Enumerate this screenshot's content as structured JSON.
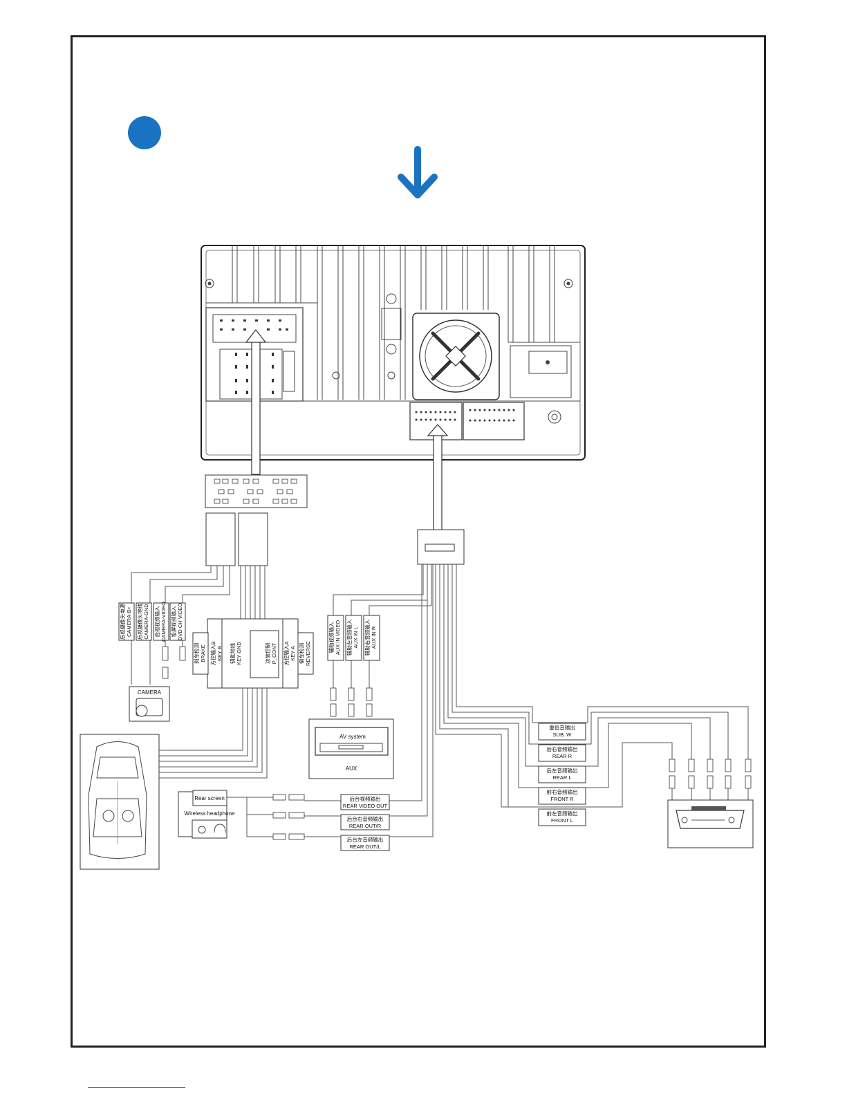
{
  "colors": {
    "accent_blue": "#1a73c2",
    "line": "#333333"
  },
  "head_unit": {
    "name": "head-unit-rear-panel"
  },
  "camera_wires": [
    {
      "cn": "后视摄像头电源",
      "en": "CAMERA-B+"
    },
    {
      "cn": "后视摄像头地线",
      "en": "CAMERA-GND"
    },
    {
      "cn": "后视视频输入",
      "en": "CAMERA-VIDEO"
    },
    {
      "cn": "投屏视频输入",
      "en": "DVD CH VIDEO"
    }
  ],
  "control_wires": [
    {
      "cn": "刹车检测",
      "en": "BRAKE"
    },
    {
      "cn": "方控输入B",
      "en": "KEY B"
    },
    {
      "cn": "钥匙地线",
      "en": "KEY GND"
    },
    {
      "cn": "功放控制",
      "en": "P_CONT"
    },
    {
      "cn": "方控输入A",
      "en": "KEY A"
    },
    {
      "cn": "倒车检测",
      "en": "REVERSE"
    }
  ],
  "aux_wires": [
    {
      "cn": "辅助视频输入",
      "en": "AUX IN VIDEO"
    },
    {
      "cn": "辅助左音频输入",
      "en": "AUX IN L"
    },
    {
      "cn": "辅助右音频输入",
      "en": "AUX IN R"
    }
  ],
  "amp_outputs": [
    {
      "cn": "重低音输出",
      "en": "SUB. W"
    },
    {
      "cn": "后右音频输出",
      "en": "REAR R"
    },
    {
      "cn": "后左音频输出",
      "en": "REAR L"
    },
    {
      "cn": "前右音频输出",
      "en": "FRONT R"
    },
    {
      "cn": "前左音频输出",
      "en": "FRONT L"
    }
  ],
  "rear_outputs": [
    {
      "cn": "后台视频输出",
      "en": "REAR VIDEO OUT"
    },
    {
      "cn": "后台右音频输出",
      "en": "REAR OUT/R"
    },
    {
      "cn": "后台左音频输出",
      "en": "REAR OUT/L"
    }
  ],
  "devices": {
    "camera": "CAMERA",
    "av_system": "AV system",
    "aux": "AUX",
    "rear_screen": "Rear screen",
    "wireless_headphone": "Wireless headphone"
  }
}
